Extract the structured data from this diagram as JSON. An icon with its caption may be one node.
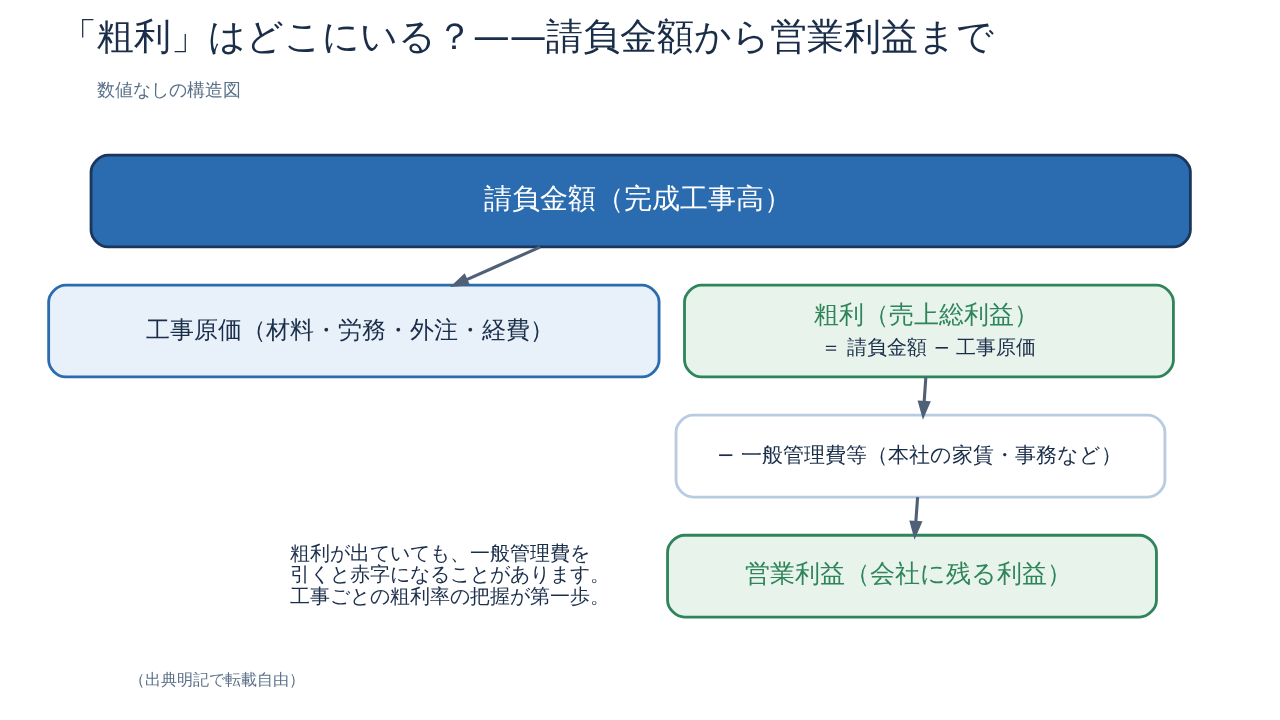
{
  "diagram": {
    "title": "「粗利」はどこにいる？——請負金額から営業利益まで",
    "nodes": [
      {
        "text": [
          "請負金額（完成工事高）"
        ]
      },
      {
        "text": [
          "工事原価（材料・労務・外注・経費）"
        ]
      },
      {
        "text": [
          "粗利（売上総利益）",
          "＝ 請負金額 − 工事原価"
        ]
      },
      {
        "text": [
          "− 一般管理費等（本社の家賃・事務など）"
        ]
      },
      {
        "text": [
          "営業利益（会社に残る利益）"
        ]
      }
    ],
    "edges": [
      {
        "from": 0,
        "to": 1,
        "arrow": "to"
      },
      {
        "from": 2,
        "to": 3,
        "arrow": "to"
      },
      {
        "from": 3,
        "to": 4,
        "arrow": "to"
      }
    ],
    "labels": [
      "数値なしの構造図",
      "粗利が出ていても、一般管理費を引くと赤字になることがあります。工事ごとの粗利率の把握が第一歩。",
      "（出典明記で転載自由）"
    ]
  }
}
